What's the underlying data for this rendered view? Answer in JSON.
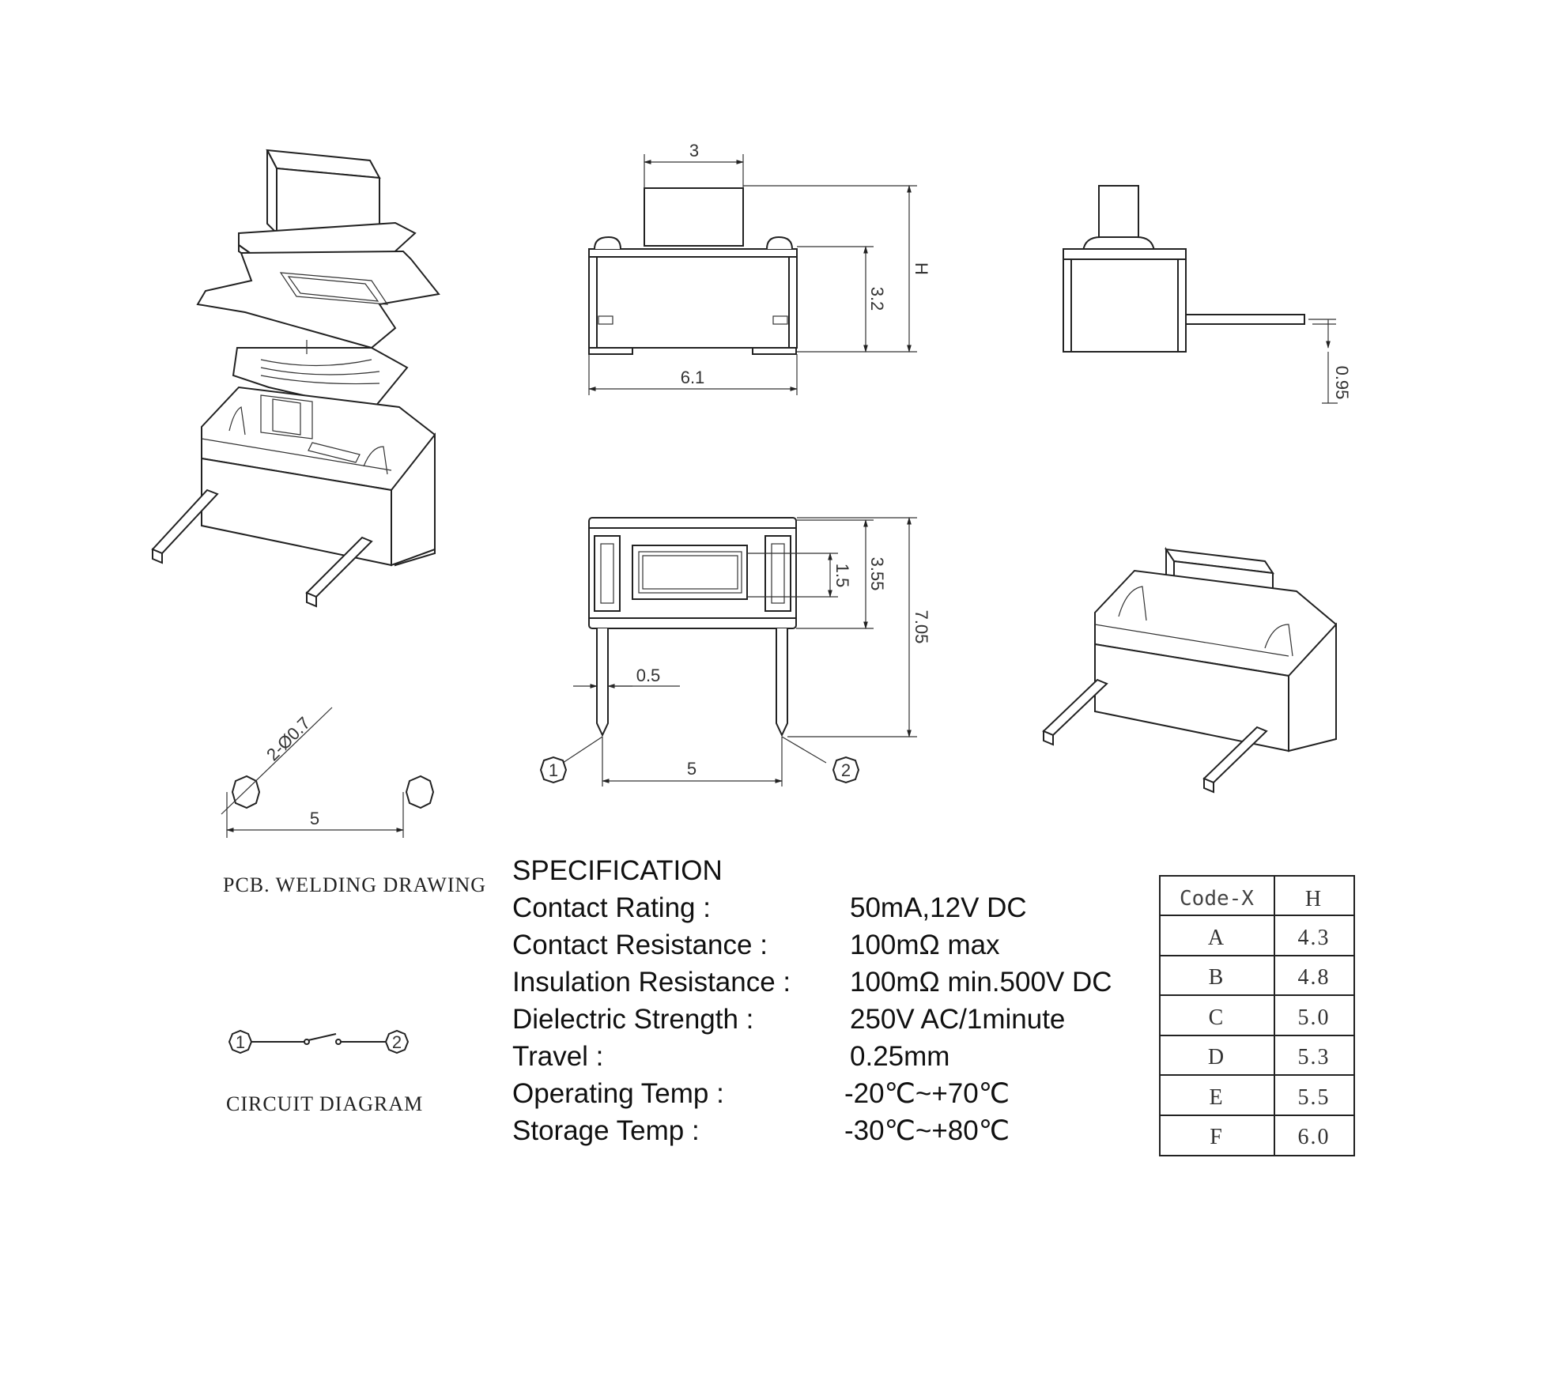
{
  "views": {
    "top_dims": {
      "width_button": "3",
      "height_H": "H",
      "height_body": "3.2",
      "width_body": "6.1"
    },
    "side_dims": {
      "lead_thickness": "0.95"
    },
    "bottom_dims": {
      "window": "1.5",
      "depth": "3.55",
      "total": "7.05",
      "lead_width": "0.5",
      "pitch": "5"
    },
    "pin_labels": [
      "1",
      "2"
    ]
  },
  "pcb": {
    "hole_label": "2-Ø0.7",
    "pitch": "5",
    "caption": "PCB. WELDING DRAWING"
  },
  "circuit": {
    "pins": [
      "1",
      "2"
    ],
    "caption": "CIRCUIT DIAGRAM"
  },
  "specification": {
    "title": "SPECIFICATION",
    "rows": [
      {
        "label": "Contact  Rating :",
        "value": "50mA,12V DC"
      },
      {
        "label": "Contact  Resistance :",
        "value": "100mΩ max"
      },
      {
        "label": "Insulation Resistance :",
        "value": "100mΩ min.500V DC"
      },
      {
        "label": "Dielectric  Strength :",
        "value": "250V AC/1minute"
      },
      {
        "label": "Travel :",
        "value": "0.25mm"
      },
      {
        "label": "Operating Temp :",
        "value": "-20℃~+70℃"
      },
      {
        "label": "Storage Temp :",
        "value": "-30℃~+80℃"
      }
    ]
  },
  "code_table": {
    "headers": [
      "Code-X",
      "H"
    ],
    "rows": [
      [
        "A",
        "4.3"
      ],
      [
        "B",
        "4.8"
      ],
      [
        "C",
        "5.0"
      ],
      [
        "D",
        "5.3"
      ],
      [
        "E",
        "5.5"
      ],
      [
        "F",
        "6.0"
      ]
    ]
  }
}
